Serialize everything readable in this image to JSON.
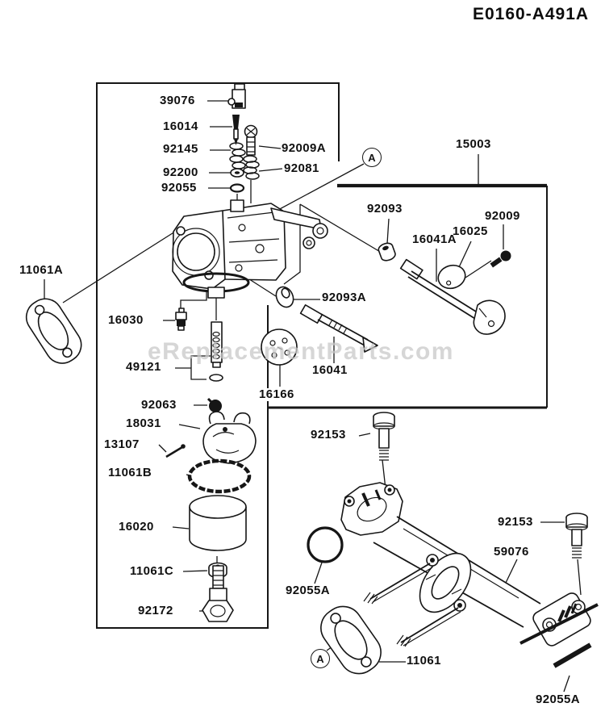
{
  "title": "E0160-A491A",
  "watermark": "eReplacementParts.com",
  "markers": [
    {
      "label": "A"
    },
    {
      "label": "A"
    }
  ],
  "labels": [
    {
      "id": "39076",
      "text": "39076"
    },
    {
      "id": "16014",
      "text": "16014"
    },
    {
      "id": "92145",
      "text": "92145"
    },
    {
      "id": "92009A",
      "text": "92009A"
    },
    {
      "id": "92200",
      "text": "92200"
    },
    {
      "id": "92081",
      "text": "92081"
    },
    {
      "id": "92055",
      "text": "92055"
    },
    {
      "id": "11061A",
      "text": "11061A"
    },
    {
      "id": "16030",
      "text": "16030"
    },
    {
      "id": "49121",
      "text": "49121"
    },
    {
      "id": "92063",
      "text": "92063"
    },
    {
      "id": "18031",
      "text": "18031"
    },
    {
      "id": "13107",
      "text": "13107"
    },
    {
      "id": "11061B",
      "text": "11061B"
    },
    {
      "id": "16020",
      "text": "16020"
    },
    {
      "id": "11061C",
      "text": "11061C"
    },
    {
      "id": "92172",
      "text": "92172"
    },
    {
      "id": "15003",
      "text": "15003"
    },
    {
      "id": "92093",
      "text": "92093"
    },
    {
      "id": "92009",
      "text": "92009"
    },
    {
      "id": "16025",
      "text": "16025"
    },
    {
      "id": "16041A",
      "text": "16041A"
    },
    {
      "id": "92093A",
      "text": "92093A"
    },
    {
      "id": "16041",
      "text": "16041"
    },
    {
      "id": "16166",
      "text": "16166"
    },
    {
      "id": "92153",
      "text": "92153"
    },
    {
      "id": "92055A",
      "text": "92055A"
    },
    {
      "id": "11061",
      "text": "11061"
    },
    {
      "id": "92153b",
      "text": "92153"
    },
    {
      "id": "59076",
      "text": "59076"
    },
    {
      "id": "92055Ab",
      "text": "92055A"
    }
  ]
}
